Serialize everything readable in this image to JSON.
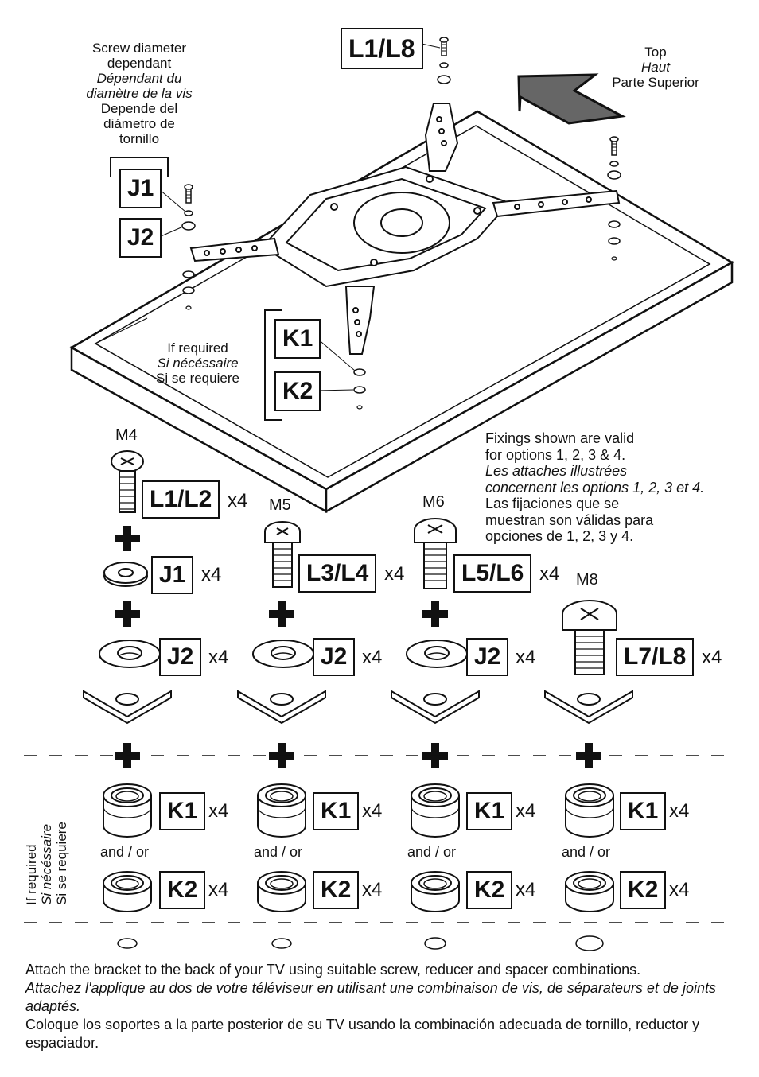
{
  "labels": {
    "l1l8": "L1/L8",
    "j1": "J1",
    "j2": "J2",
    "k1": "K1",
    "k2": "K2",
    "l1l2": "L1/L2",
    "l3l4": "L3/L4",
    "l5l6": "L5/L6",
    "l7l8": "L7/L8"
  },
  "qty": "x4",
  "sizes": {
    "m4": "M4",
    "m5": "M5",
    "m6": "M6",
    "m8": "M8"
  },
  "screw_note": {
    "l1": "Screw diameter",
    "l2": "dependant",
    "l3": "Dépendant du",
    "l4": "diamètre de la vis",
    "l5": "Depende del",
    "l6": "diámetro de",
    "l7": "tornillo"
  },
  "top_note": {
    "en": "Top",
    "fr": "Haut",
    "es": "Parte Superior"
  },
  "required": {
    "en": "If required",
    "fr": "Si nécéssaire",
    "es": "Si se requiere"
  },
  "fixings_note": {
    "l1": "Fixings shown are valid",
    "l2": "for options 1, 2, 3 & 4.",
    "l3": "Les attaches illustrées",
    "l4": "concernent les options 1, 2, 3 et 4.",
    "l5": "Las fijaciones que se",
    "l6": "muestran son válidas para",
    "l7": "opciones de 1, 2, 3 y 4."
  },
  "and_or": "and / or",
  "side_required": {
    "en": "If required",
    "fr": "Si nécéssaire",
    "es": "Si se requiere"
  },
  "footer": {
    "en": "Attach the bracket to the back of your TV using suitable screw, reducer and spacer combinations.",
    "fr": "Attachez l'applique au dos de votre téléviseur en utilisant une combinaison de vis, de séparateurs et de joints adaptés.",
    "es": "Coloque los soportes a la parte posterior de su TV usando la combinación adecuada de tornillo, reductor y espaciador."
  },
  "colors": {
    "ink": "#111111",
    "arrow": "#666666",
    "paper": "#ffffff"
  }
}
